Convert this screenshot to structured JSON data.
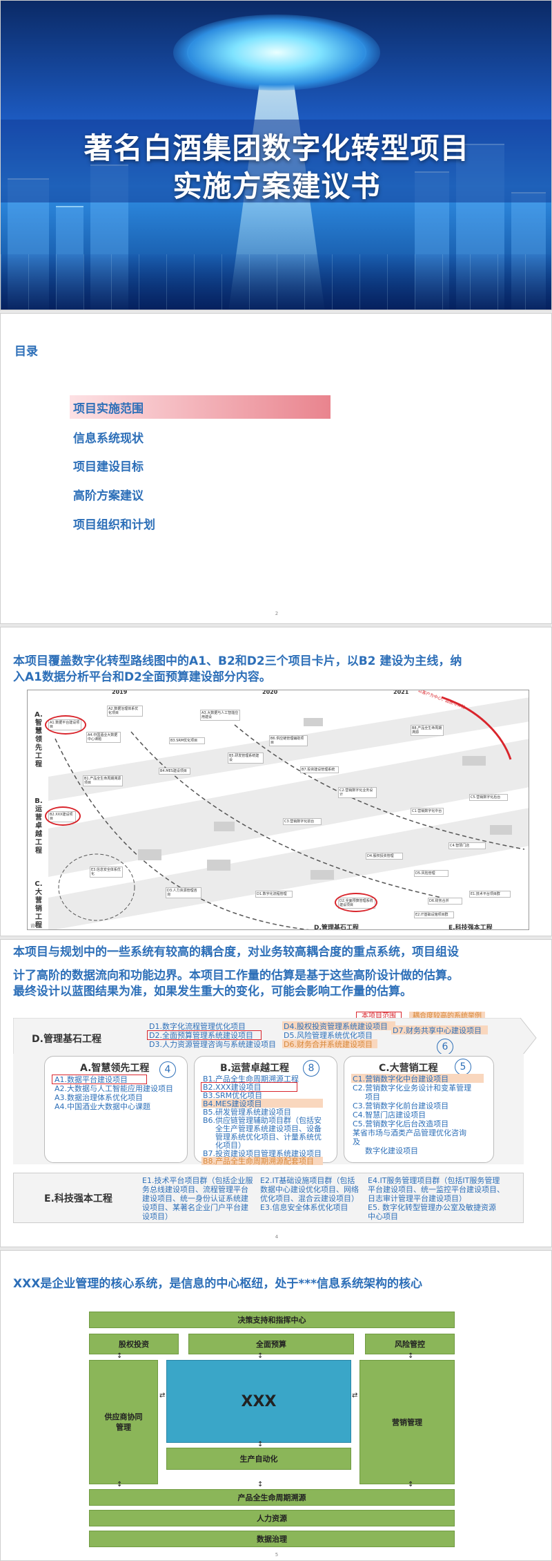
{
  "cover": {
    "title_line1": "著名白酒集团数字化转型项目",
    "title_line2": "实施方案建议书"
  },
  "toc": {
    "heading": "目录",
    "items": [
      "项目实施范围",
      "信息系统现状",
      "项目建设目标",
      "高阶方案建议",
      "项目组织和计划"
    ],
    "page": "2"
  },
  "roadmap": {
    "title_line1": "本项目覆盖数字化转型路线图中的A1、B2和D2三个项目卡片，以B2 建设为主线，纳",
    "title_line2": "入A1数据分析平台和D2全面预算建设部分内容。",
    "years": [
      "2019",
      "2020",
      "2021"
    ],
    "lanes": [
      "A.智慧领先工程",
      "B.运营卓越工程",
      "C.大营销工程"
    ],
    "bottom_labels": [
      "D.管理基石工程",
      "E.科技强本工程"
    ],
    "curve_label": "以客户为中心，品质与体验",
    "footnote": "说明：",
    "boxes": [
      "A1.数据平台建设项目",
      "A2.数据治理体系优化项目",
      "A3.大数据与人工智能应用建设",
      "A4.中国酒业大数据中心课题",
      "B1.产品全生命周期溯源项目",
      "B2.XXX建设项目",
      "B3.SRM优化项目",
      "B4.MES建设项目",
      "B5.研发管理系统建设",
      "B6.供应链管理辅助项目",
      "B7.投资建设管理系统",
      "B8.产品全生命周期溯源",
      "C1.营销数字化中台",
      "C2.营销数字化业务设计",
      "C3.营销数字化前台",
      "C4.智慧门店",
      "C5.营销数字化后台",
      "D1.数字化流程管理",
      "D2.全面预算管理系统建设项目",
      "D3.人力资源管理咨询",
      "D4.股权投资管理",
      "D5.风险管理",
      "D6.财务合并",
      "E1.技术平台项目群",
      "E2.IT基础设施项目群",
      "E3.信息安全体系优化"
    ]
  },
  "scope": {
    "title_line1": "本项目与规划中的一些系统有较高的耦合度，对业务较高耦合度的重点系统，项目组设",
    "title_line2": "计了高阶的数据流向和功能边界。本项目工作量的估算是基于这些高阶设计做的估算。",
    "title_line3": "最终设计以蓝图结果为准，如果发生重大的变化，可能会影响工作量的估算。",
    "legend_scope": "本项目范围",
    "legend_coupled": "耦合度较高的系统举例",
    "d_title": "D.管理基石工程",
    "d_items": [
      "D1.数字化流程管理优化项目",
      "D2.全面预算管理系统建设项目",
      "D3.人力资源管理咨询与系统建设项目",
      "D4.股权投资管理系统建设项目",
      "D5.风险管理系统优化项目",
      "D6.财务合并系统建设项目",
      "D7.财务共享中心建设项目"
    ],
    "d_num": "6",
    "a_title": "A.智慧领先工程",
    "a_num": "4",
    "a_items": [
      "A1.数据平台建设项目",
      "A2.大数据与人工智能应用建设项目",
      "A3.数据治理体系优化项目",
      "A4.中国酒业大数据中心课题"
    ],
    "b_title": "B.运营卓越工程",
    "b_num": "8",
    "b_items": [
      "B1.产品全生命周期溯源工程",
      "B2.XXX建设项目",
      "B3.SRM优化项目",
      "B4.MES建设项目",
      "B5.研发管理系统建设项目",
      "B6.供应链管理辅助项目群（包括安",
      "全生产管理系统建设项目、设备",
      "管理系统优化项目、计量系统优",
      "化项目）",
      "B7.投资建设项目管理系统建设项目",
      "B8.产品全生命周期溯源配套项目"
    ],
    "c_title": "C.大营销工程",
    "c_num": "5",
    "c_items": [
      "C1.营销数字化中台建设项目",
      "C2.营销数字化业务设计和变革管理",
      "项目",
      "C3.营销数字化前台建设项目",
      "C4.智慧门店建设项目",
      "C5.营销数字化后台改造项目",
      "某省市场与酒类产品管理优化咨询",
      "及",
      "数字化建设项目"
    ],
    "e_title": "E.科技强本工程",
    "e1": [
      "E1.技术平台项目群（包括企业服",
      "务总线建设项目、流程管理平台",
      "建设项目、统一身份认证系统建",
      "设项目、某著名企业门户平台建",
      "设项目）"
    ],
    "e2": [
      "E2.IT基础设施项目群（包括",
      "数据中心建设优化项目、网络",
      "优化项目、混合云建设项目）",
      "E3.信息安全体系优化项目"
    ],
    "e4": [
      "E4.IT服务管理项目群（包括IT服务管理",
      "平台建设项目、统一监控平台建设项目、",
      "日志审计管理平台建设项目）",
      "E5. 数字化转型管理办公室及敏捷资源",
      "中心项目"
    ],
    "page": "4"
  },
  "arch": {
    "title": "XXX是企业管理的核心系统，是信息的中心枢纽，处于***信息系统架构的核心",
    "top": "决策支持和指挥中心",
    "row2": [
      "股权投资",
      "全面预算",
      "风险管控"
    ],
    "left": "供应商协同管理",
    "center": "XXX",
    "right": "营销管理",
    "prod": "生产自动化",
    "life": "产品全生命周期溯源",
    "hr": "人力资源",
    "dg": "数据治理",
    "page": "5",
    "colors": {
      "green": "#8bb659",
      "center": "#3aa6c8"
    }
  }
}
